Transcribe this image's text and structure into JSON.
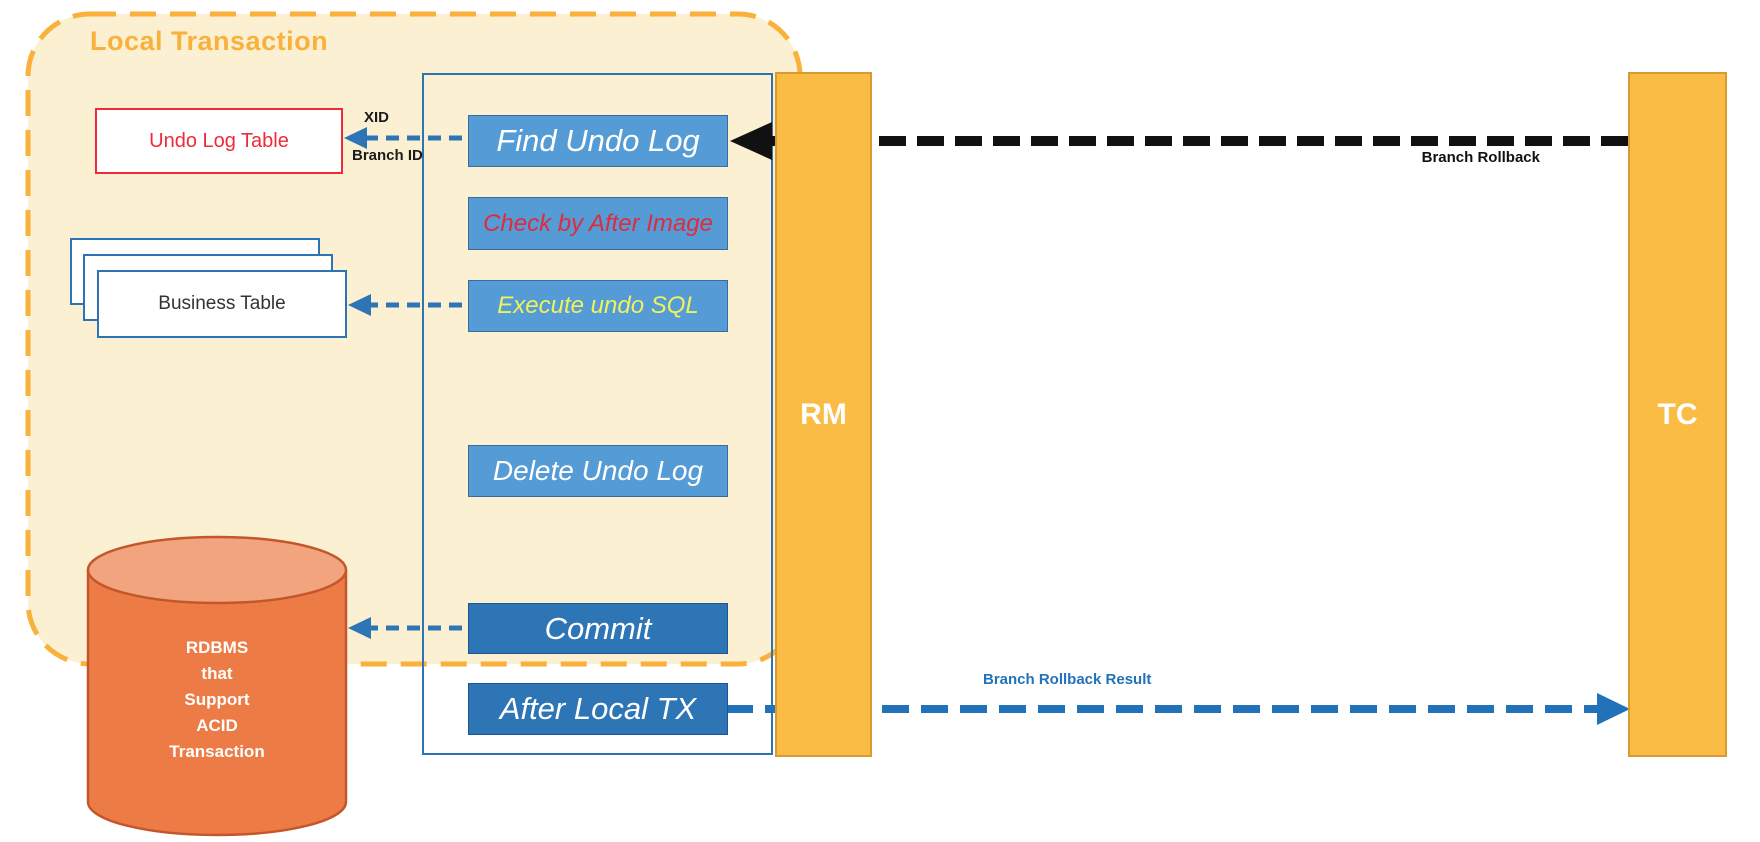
{
  "diagram": {
    "title": "Local Transaction",
    "nodes": {
      "undo_log_table": "Undo Log Table",
      "business_table": "Business Table",
      "rdbms_lines": [
        "RDBMS",
        "that",
        "Support",
        "ACID",
        "Transaction"
      ]
    },
    "steps": [
      {
        "id": "find-undo-log",
        "label": "Find Undo Log",
        "style": "light-blue"
      },
      {
        "id": "check-by-after-image",
        "label": "Check by After Image",
        "style": "light-blue"
      },
      {
        "id": "execute-undo-sql",
        "label": "Execute undo SQL",
        "style": "light-blue"
      },
      {
        "id": "delete-undo-log",
        "label": "Delete Undo Log",
        "style": "light-blue"
      },
      {
        "id": "commit",
        "label": "Commit",
        "style": "dark-blue"
      },
      {
        "id": "after-local-tx",
        "label": "After Local TX",
        "style": "dark-blue"
      }
    ],
    "lanes": {
      "rm": "RM",
      "tc": "TC"
    },
    "arrow_labels": {
      "xid": "XID",
      "branch_id": "Branch ID",
      "branch_rollback": "Branch Rollback",
      "branch_rollback_result": "Branch Rollback Result"
    },
    "colors": {
      "accent_orange": "#F9B13C",
      "region_fill": "#FCF0D2",
      "lane_fill": "#FBBC45",
      "lane_border": "#D79B31",
      "step_light_blue": "#559BD6",
      "step_dark_blue": "#2E75B6",
      "container_border": "#2E74B5",
      "arrow_blue": "#2272B9",
      "arrow_black": "#111111",
      "red": "#ED2B3A",
      "yellow_text": "#EFF25C",
      "cylinder_body": "#ED7B45",
      "cylinder_top": "#F2A47E",
      "cylinder_border": "#C3572B"
    }
  }
}
